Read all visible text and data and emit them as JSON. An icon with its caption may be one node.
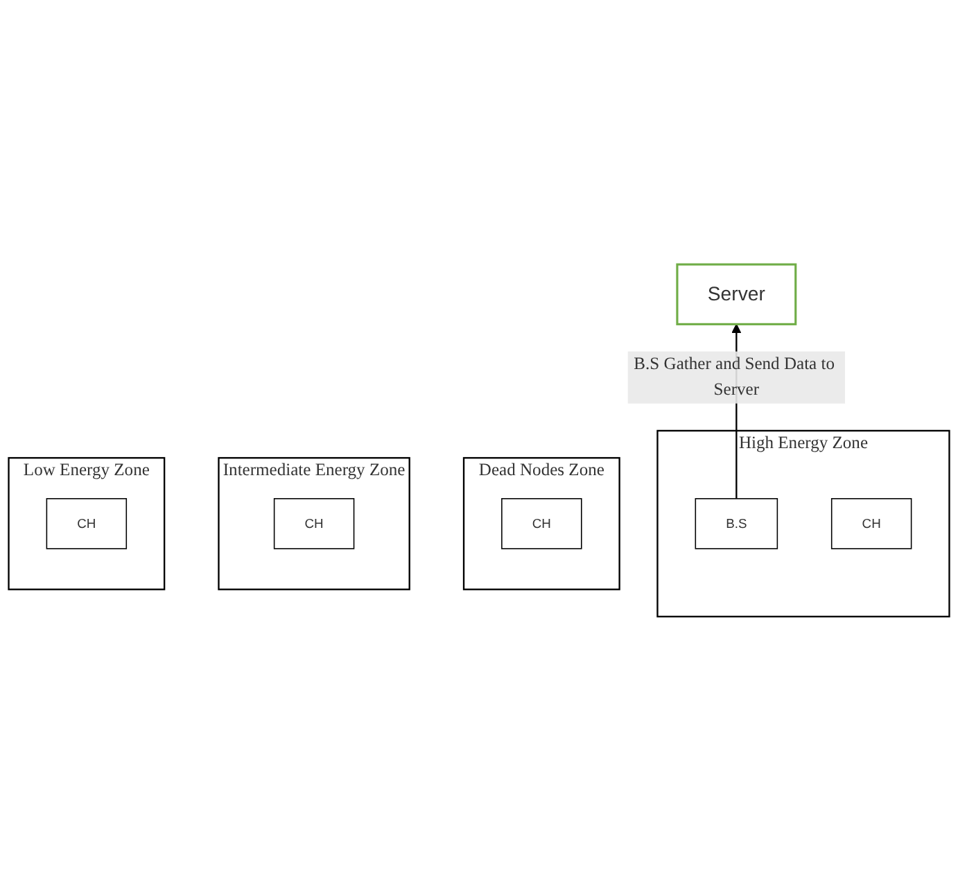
{
  "diagram": {
    "nodes": [
      {
        "text": [
          "Server"
        ]
      },
      {
        "text": [
          "High Energy Zone"
        ]
      },
      {
        "text": [
          "B.S"
        ],
        "in": 1
      },
      {
        "text": [
          "CH"
        ],
        "in": 1
      },
      {
        "text": [
          "Dead Nodes Zone"
        ]
      },
      {
        "text": [
          "CH"
        ],
        "in": 4
      },
      {
        "text": [
          "Intermediate Energy Zone"
        ]
      },
      {
        "text": [
          "CH"
        ],
        "in": 6
      },
      {
        "text": [
          "Low Energy Zone"
        ]
      },
      {
        "text": [
          "CH"
        ],
        "in": 8
      }
    ],
    "edges": [
      {
        "from": 2,
        "to": 0,
        "arrow": "to",
        "label": "B.S Gather and Send Data to Server"
      }
    ]
  }
}
